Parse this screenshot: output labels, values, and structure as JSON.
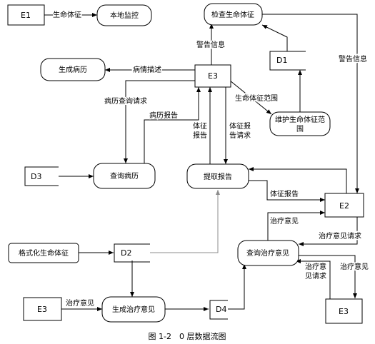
{
  "entities": {
    "e1": "E1",
    "e3_center": "E3",
    "e2": "E2",
    "e3_left": "E3",
    "e3_bottom": "E3"
  },
  "processes": {
    "local_monitor": "本地监控",
    "check_vitals": "检查生命体征",
    "gen_record": "生成病历",
    "maintain_range_line1": "维护生命体征范",
    "maintain_range_line2": "围",
    "query_record": "查询病历",
    "fetch_report": "提取报告",
    "query_treatment": "查询治疗意见",
    "format_vitals": "格式化生命体征",
    "gen_treatment": "生成治疗意见"
  },
  "stores": {
    "d1": "D1",
    "d3": "D3",
    "d2": "D2",
    "d4": "D4"
  },
  "flows": {
    "vitals_e1": "生命体征",
    "alert_info_1": "警告信息",
    "alert_info_2": "警告信息",
    "condition_desc": "病情描述",
    "record_query_req": "病历查询请求",
    "record_report": "病历报告",
    "vitals_range": "生命体征范围",
    "vital_report_a1": "体征",
    "vital_report_a2": "报告",
    "vital_report_req_1": "体征报",
    "vital_report_req_2": "告请求",
    "vital_report_b": "体征报告",
    "treatment_opinion_1": "治疗意见",
    "treatment_opinion_req_1": "治疗意见请求",
    "treatment_opinion_req_2a": "治疗意",
    "treatment_opinion_req_2b": "见请求",
    "treatment_opinion_2": "治疗意见",
    "treatment_opinion_3": "治疗意见"
  },
  "caption": "图 1-2　0 层数据流图"
}
